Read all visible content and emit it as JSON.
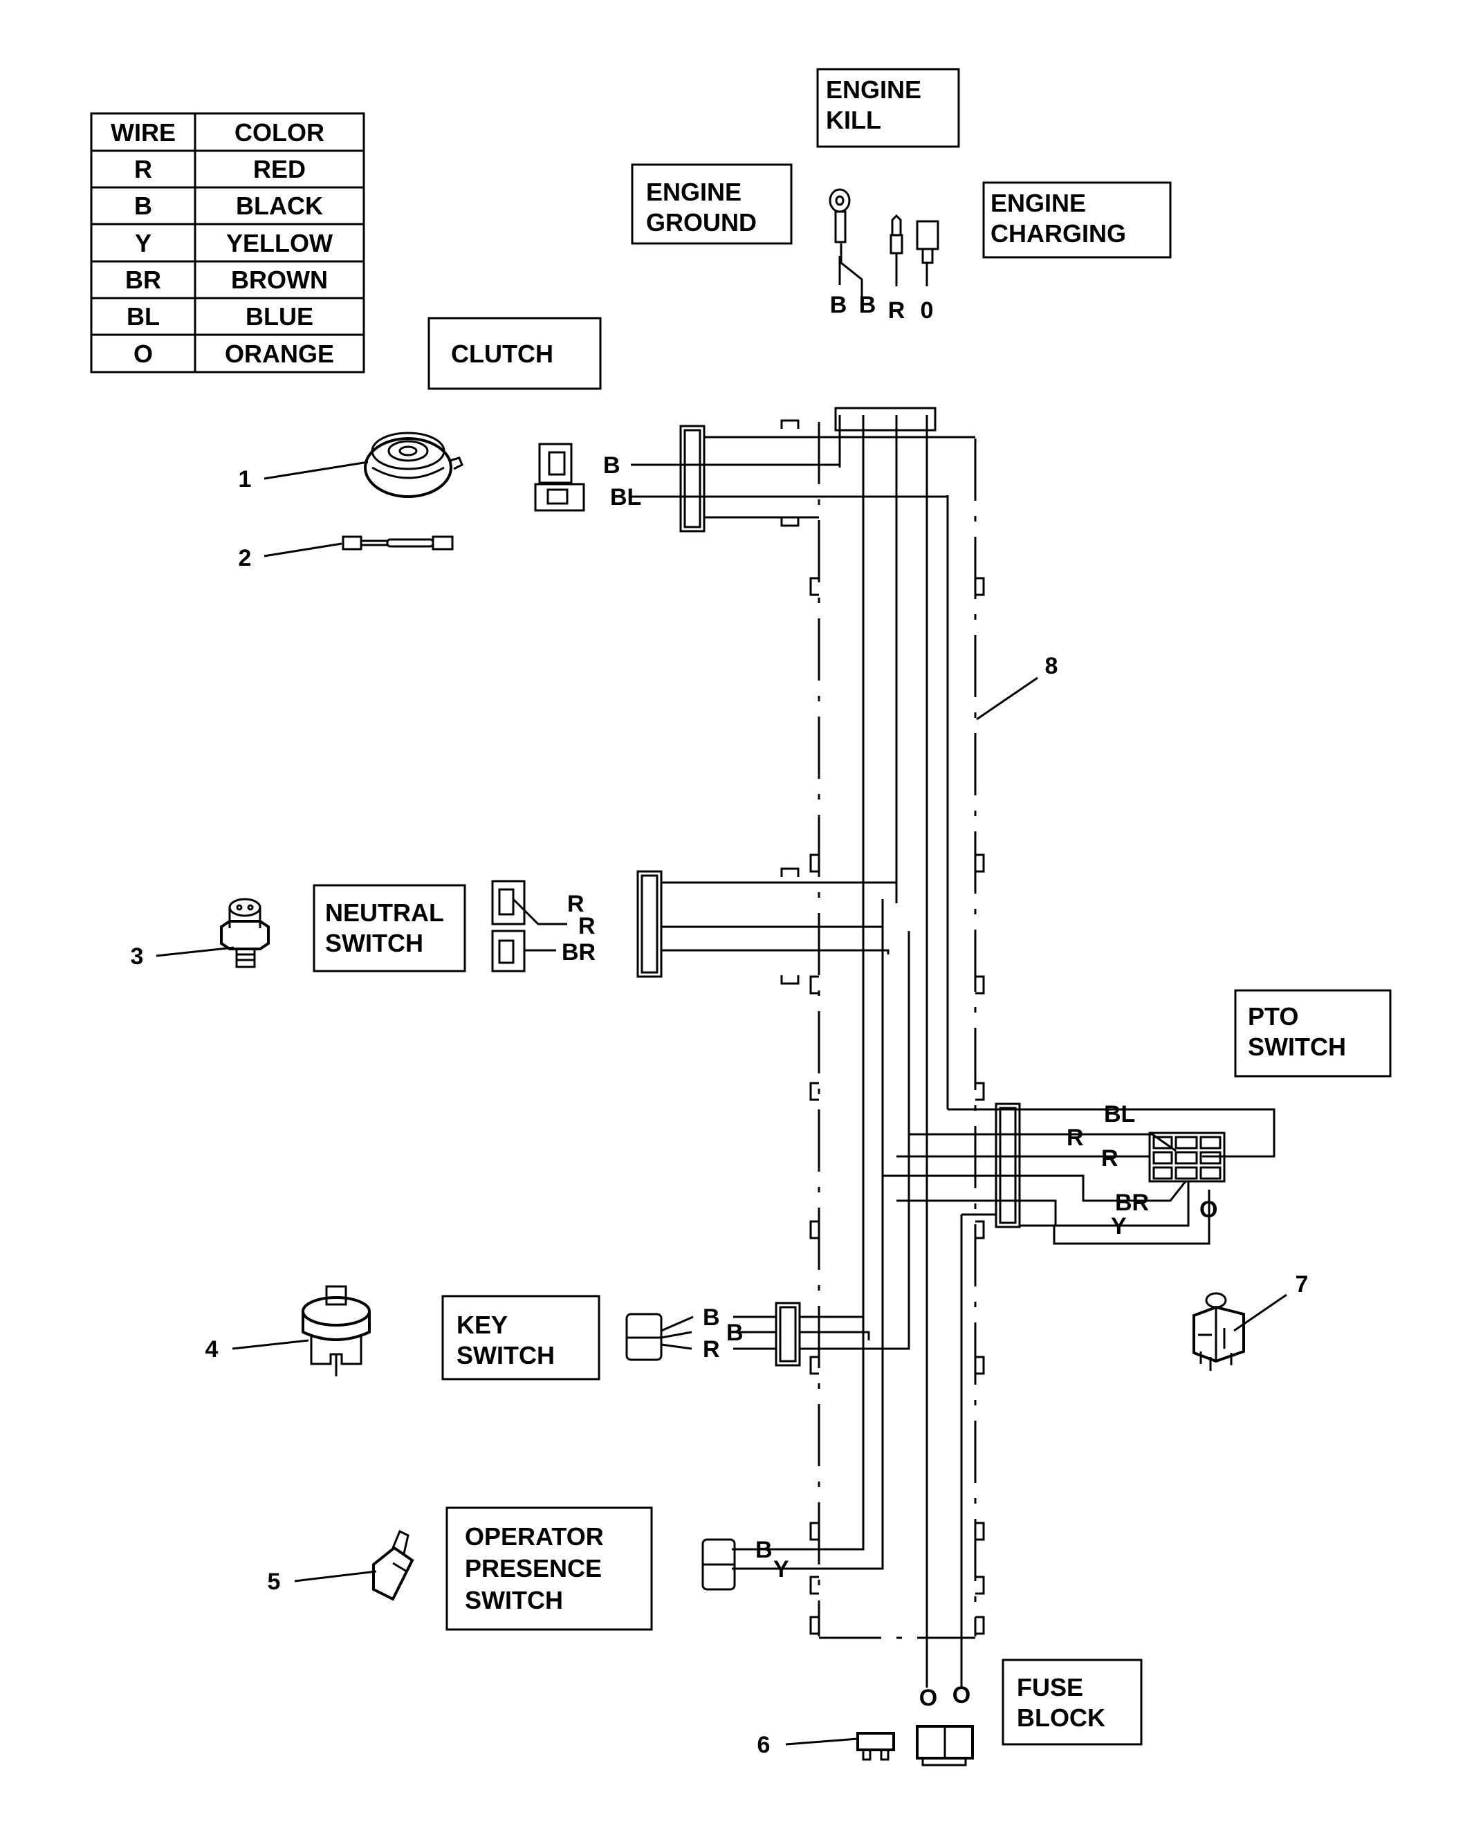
{
  "legend": {
    "headers": [
      "WIRE",
      "COLOR"
    ],
    "rows": [
      [
        "R",
        "RED"
      ],
      [
        "B",
        "BLACK"
      ],
      [
        "Y",
        "YELLOW"
      ],
      [
        "BR",
        "BROWN"
      ],
      [
        "BL",
        "BLUE"
      ],
      [
        "O",
        "ORANGE"
      ]
    ]
  },
  "boxes": {
    "engine_kill": [
      "ENGINE",
      "KILL"
    ],
    "engine_ground": [
      "ENGINE",
      "GROUND"
    ],
    "engine_charging": [
      "ENGINE",
      "CHARGING"
    ],
    "clutch": [
      "CLUTCH"
    ],
    "neutral_switch": [
      "NEUTRAL",
      "SWITCH"
    ],
    "pto_switch": [
      "PTO",
      "SWITCH"
    ],
    "key_switch": [
      "KEY",
      "SWITCH"
    ],
    "operator_presence_switch": [
      "OPERATOR",
      "PRESENCE",
      "SWITCH"
    ],
    "fuse_block": [
      "FUSE",
      "BLOCK"
    ]
  },
  "callouts": [
    "1",
    "2",
    "3",
    "4",
    "5",
    "6",
    "7",
    "8"
  ],
  "wire_labels": {
    "engine_top": [
      "B",
      "B",
      "R",
      "0"
    ],
    "clutch": [
      "B",
      "BL"
    ],
    "neutral": [
      "R",
      "R",
      "BR"
    ],
    "pto": [
      "BL",
      "R",
      "R",
      "BR",
      "Y",
      "O"
    ],
    "key": [
      "B",
      "B",
      "R"
    ],
    "operator": [
      "B",
      "Y"
    ],
    "fuse": [
      "O",
      "O"
    ]
  }
}
